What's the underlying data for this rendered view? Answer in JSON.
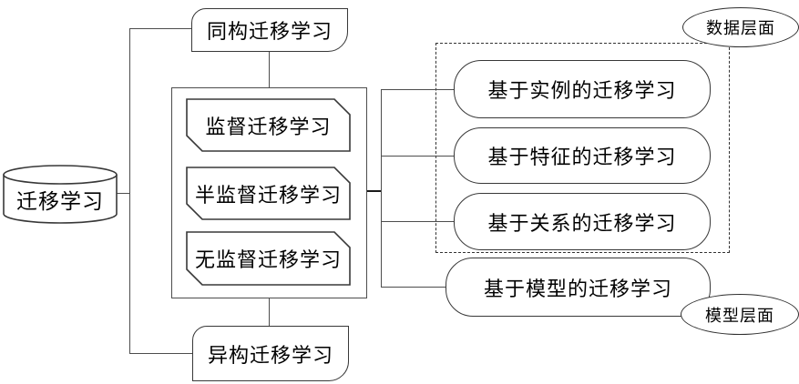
{
  "diagram": {
    "title": "transfer-learning taxonomy",
    "root": {
      "label": "迁移学习",
      "shape": "cylinder"
    },
    "structure": {
      "homogeneous": {
        "label": "同构迁移学习"
      },
      "heterogeneous": {
        "label": "异构迁移学习"
      }
    },
    "supervision": {
      "items": [
        {
          "label": "监督迁移学习"
        },
        {
          "label": "半监督迁移学习"
        },
        {
          "label": "无监督迁移学习"
        }
      ]
    },
    "methods": {
      "items": [
        {
          "label": "基于实例的迁移学习"
        },
        {
          "label": "基于特征的迁移学习"
        },
        {
          "label": "基于关系的迁移学习"
        },
        {
          "label": "基于模型的迁移学习"
        }
      ]
    },
    "levels": {
      "data": {
        "label": "数据层面"
      },
      "model": {
        "label": "模型层面"
      }
    },
    "colors": {
      "stroke": "#383838",
      "connector": "#4d4d4d",
      "fill": "#ffffff",
      "background": "#ffffff",
      "text": "#000000"
    }
  }
}
